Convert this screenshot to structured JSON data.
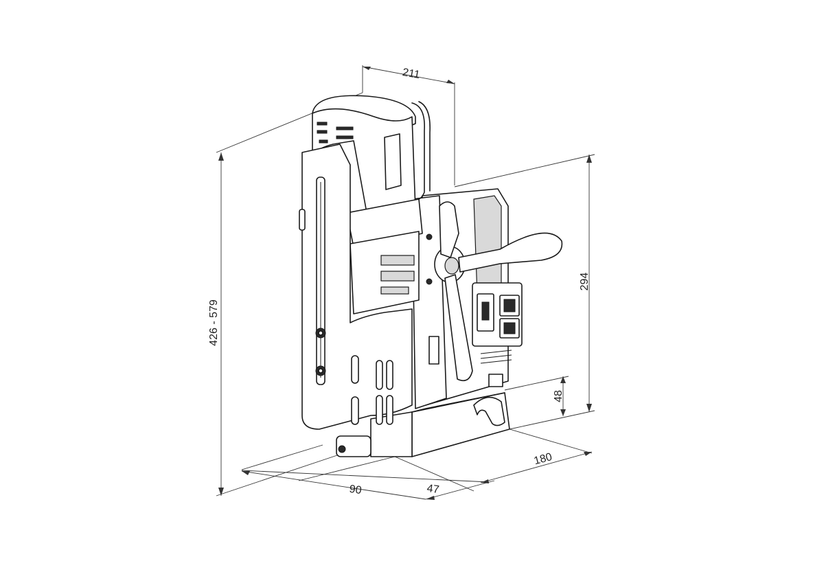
{
  "dimensions": {
    "width_top": "211",
    "total_height": "426 - 579",
    "body_height": "294",
    "base_height": "48",
    "depth": "180",
    "front_offset": "90",
    "side_offset": "47"
  }
}
